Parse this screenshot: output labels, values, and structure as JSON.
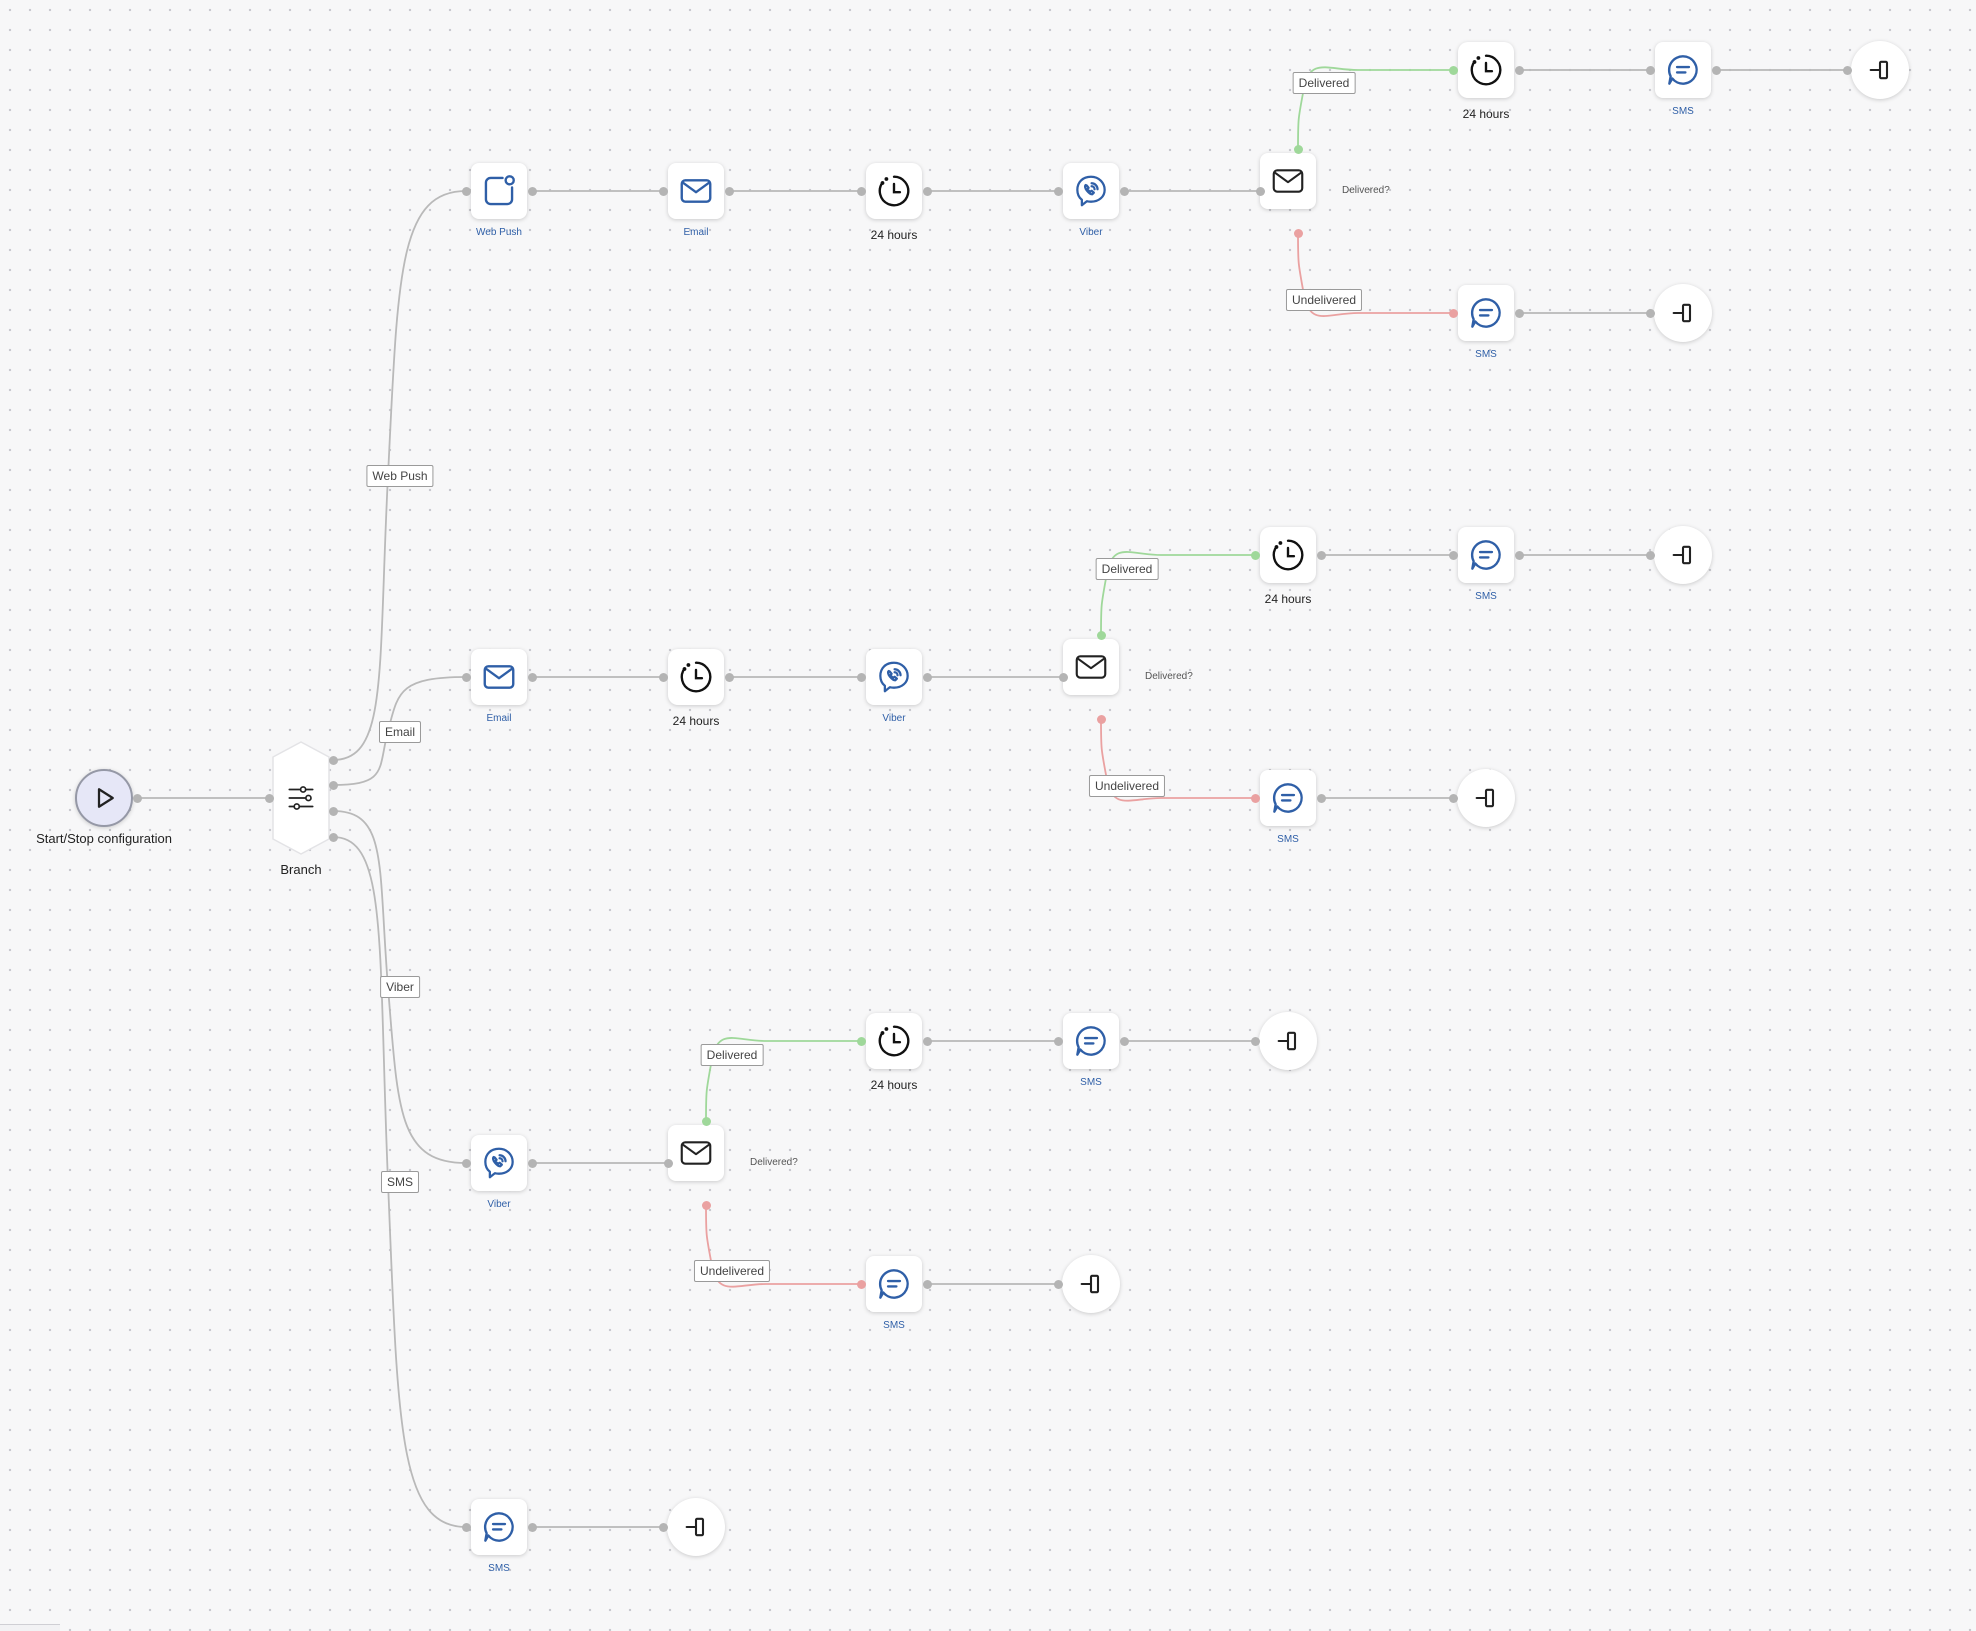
{
  "colors": {
    "channel": "#2f5fa7",
    "edge": "#b9b9b9",
    "delivered": "#9fd89a",
    "undelivered": "#eaa1a1",
    "start_fill": "#e6e7f7"
  },
  "labels": {
    "start": "Start/Stop configuration",
    "branch": "Branch",
    "web_push": "Web Push",
    "email": "Email",
    "viber": "Viber",
    "sms": "SMS",
    "wait_24h": "24 hours",
    "delivered_q": "Delivered?",
    "delivered": "Delivered",
    "undelivered": "Undelivered"
  },
  "nodes": [
    {
      "id": "start",
      "type": "start",
      "icon": "play-icon",
      "label": "Start/Stop configuration"
    },
    {
      "id": "branch",
      "type": "branch",
      "icon": "branch-sliders-icon",
      "label": "Branch"
    },
    {
      "id": "wp1",
      "type": "channel",
      "icon": "web-push-icon",
      "label": "Web Push"
    },
    {
      "id": "em1",
      "type": "channel",
      "icon": "email-icon",
      "label": "Email"
    },
    {
      "id": "wt1",
      "type": "wait",
      "icon": "clock-icon",
      "label": "24 hours"
    },
    {
      "id": "vb1",
      "type": "channel",
      "icon": "viber-icon",
      "label": "Viber"
    },
    {
      "id": "c1",
      "type": "condition",
      "icon": "envelope-icon",
      "label": "Delivered?"
    },
    {
      "id": "wt1b",
      "type": "wait",
      "icon": "clock-icon",
      "label": "24 hours"
    },
    {
      "id": "sms1a",
      "type": "channel",
      "icon": "sms-icon",
      "label": "SMS"
    },
    {
      "id": "ex1a",
      "type": "exit",
      "icon": "exit-icon",
      "label": ""
    },
    {
      "id": "sms1b",
      "type": "channel",
      "icon": "sms-icon",
      "label": "SMS"
    },
    {
      "id": "ex1b",
      "type": "exit",
      "icon": "exit-icon",
      "label": ""
    },
    {
      "id": "em2",
      "type": "channel",
      "icon": "email-icon",
      "label": "Email"
    },
    {
      "id": "wt2",
      "type": "wait",
      "icon": "clock-icon",
      "label": "24 hours"
    },
    {
      "id": "vb2",
      "type": "channel",
      "icon": "viber-icon",
      "label": "Viber"
    },
    {
      "id": "c2",
      "type": "condition",
      "icon": "envelope-icon",
      "label": "Delivered?"
    },
    {
      "id": "wt2b",
      "type": "wait",
      "icon": "clock-icon",
      "label": "24 hours"
    },
    {
      "id": "sms2a",
      "type": "channel",
      "icon": "sms-icon",
      "label": "SMS"
    },
    {
      "id": "ex2a",
      "type": "exit",
      "icon": "exit-icon",
      "label": ""
    },
    {
      "id": "sms2b",
      "type": "channel",
      "icon": "sms-icon",
      "label": "SMS"
    },
    {
      "id": "ex2b",
      "type": "exit",
      "icon": "exit-icon",
      "label": ""
    },
    {
      "id": "vb3",
      "type": "channel",
      "icon": "viber-icon",
      "label": "Viber"
    },
    {
      "id": "c3",
      "type": "condition",
      "icon": "envelope-icon",
      "label": "Delivered?"
    },
    {
      "id": "wt3b",
      "type": "wait",
      "icon": "clock-icon",
      "label": "24 hours"
    },
    {
      "id": "sms3a",
      "type": "channel",
      "icon": "sms-icon",
      "label": "SMS"
    },
    {
      "id": "ex3a",
      "type": "exit",
      "icon": "exit-icon",
      "label": ""
    },
    {
      "id": "sms3b",
      "type": "channel",
      "icon": "sms-icon",
      "label": "SMS"
    },
    {
      "id": "ex3b",
      "type": "exit",
      "icon": "exit-icon",
      "label": ""
    },
    {
      "id": "sms4",
      "type": "channel",
      "icon": "sms-icon",
      "label": "SMS"
    },
    {
      "id": "ex4",
      "type": "exit",
      "icon": "exit-icon",
      "label": ""
    }
  ],
  "edges": [
    {
      "from": "start",
      "to": "branch",
      "kind": "plain",
      "label": ""
    },
    {
      "from": "branch",
      "to": "wp1",
      "kind": "plain",
      "label": "Web Push"
    },
    {
      "from": "branch",
      "to": "em2",
      "kind": "plain",
      "label": "Email"
    },
    {
      "from": "branch",
      "to": "vb3",
      "kind": "plain",
      "label": "Viber"
    },
    {
      "from": "branch",
      "to": "sms4",
      "kind": "plain",
      "label": "SMS"
    },
    {
      "from": "wp1",
      "to": "em1",
      "kind": "plain",
      "label": ""
    },
    {
      "from": "em1",
      "to": "wt1",
      "kind": "plain",
      "label": ""
    },
    {
      "from": "wt1",
      "to": "vb1",
      "kind": "plain",
      "label": ""
    },
    {
      "from": "vb1",
      "to": "c1",
      "kind": "plain",
      "label": ""
    },
    {
      "from": "c1",
      "to": "wt1b",
      "kind": "delivered",
      "label": "Delivered"
    },
    {
      "from": "wt1b",
      "to": "sms1a",
      "kind": "plain",
      "label": ""
    },
    {
      "from": "sms1a",
      "to": "ex1a",
      "kind": "plain",
      "label": ""
    },
    {
      "from": "c1",
      "to": "sms1b",
      "kind": "undelivered",
      "label": "Undelivered"
    },
    {
      "from": "sms1b",
      "to": "ex1b",
      "kind": "plain",
      "label": ""
    },
    {
      "from": "em2",
      "to": "wt2",
      "kind": "plain",
      "label": ""
    },
    {
      "from": "wt2",
      "to": "vb2",
      "kind": "plain",
      "label": ""
    },
    {
      "from": "vb2",
      "to": "c2",
      "kind": "plain",
      "label": ""
    },
    {
      "from": "c2",
      "to": "wt2b",
      "kind": "delivered",
      "label": "Delivered"
    },
    {
      "from": "wt2b",
      "to": "sms2a",
      "kind": "plain",
      "label": ""
    },
    {
      "from": "sms2a",
      "to": "ex2a",
      "kind": "plain",
      "label": ""
    },
    {
      "from": "c2",
      "to": "sms2b",
      "kind": "undelivered",
      "label": "Undelivered"
    },
    {
      "from": "sms2b",
      "to": "ex2b",
      "kind": "plain",
      "label": ""
    },
    {
      "from": "vb3",
      "to": "c3",
      "kind": "plain",
      "label": ""
    },
    {
      "from": "c3",
      "to": "wt3b",
      "kind": "delivered",
      "label": "Delivered"
    },
    {
      "from": "wt3b",
      "to": "sms3a",
      "kind": "plain",
      "label": ""
    },
    {
      "from": "sms3a",
      "to": "ex3a",
      "kind": "plain",
      "label": ""
    },
    {
      "from": "c3",
      "to": "sms3b",
      "kind": "undelivered",
      "label": "Undelivered"
    },
    {
      "from": "sms3b",
      "to": "ex3b",
      "kind": "plain",
      "label": ""
    },
    {
      "from": "sms4",
      "to": "ex4",
      "kind": "plain",
      "label": ""
    }
  ]
}
